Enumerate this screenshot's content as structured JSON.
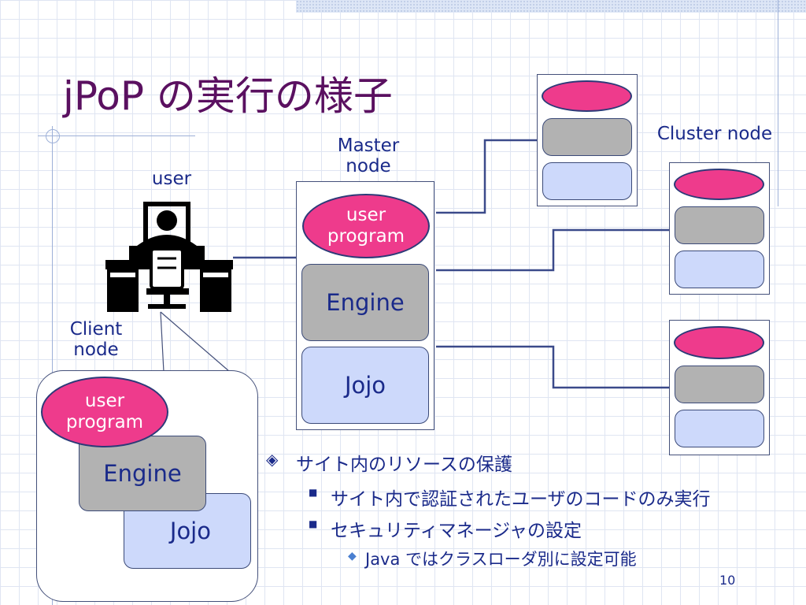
{
  "title": "jPoP の実行の様子",
  "labels": {
    "user": "user",
    "master_node": "Master\nnode",
    "cluster_node": "Cluster node",
    "client_node": "Client\nnode"
  },
  "master": {
    "user_program": "user\nprogram",
    "engine": "Engine",
    "jojo": "Jojo"
  },
  "client": {
    "user_program": "user\nprogram",
    "engine": "Engine",
    "jojo": "Jojo"
  },
  "bullets": [
    {
      "level": 1,
      "text": "サイト内のリソースの保護"
    },
    {
      "level": 2,
      "text": "サイト内で認証されたユーザのコードのみ実行"
    },
    {
      "level": 2,
      "text": "セキュリティマネージャの設定"
    },
    {
      "level": 3,
      "text": "Java ではクラスローダ別に設定可能"
    }
  ],
  "page_number": "10",
  "icons": {
    "user_figure": "person-at-desk-icon",
    "level1_marker": "diamond-bullet-icon",
    "level2_marker": "square-bullet-icon",
    "level3_marker": "small-diamond-bullet-icon"
  },
  "colors": {
    "title": "#5a1060",
    "text": "#1a2a8a",
    "pink": "#ee3b8c",
    "gray": "#b2b2b2",
    "light_blue": "#cdd9fb",
    "connector": "#2c3a78"
  }
}
